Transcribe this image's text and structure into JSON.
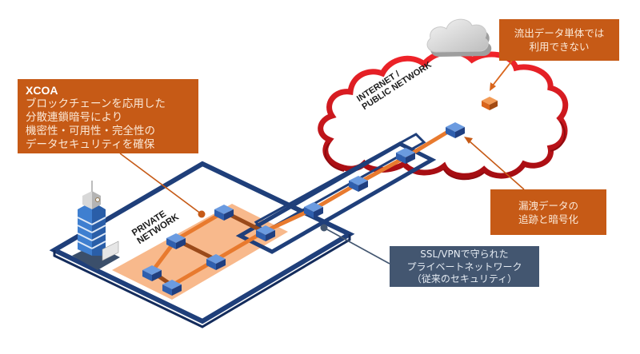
{
  "callouts": {
    "xcoa": {
      "title": "XCOA",
      "lines": [
        "ブロックチェーンを応用した",
        "分散連鎖暗号により",
        "機密性・可用性・完全性の",
        "データセキュリティを確保"
      ]
    },
    "leaked_data": {
      "lines": [
        "流出データ単体では",
        "利用できない"
      ]
    },
    "trace": {
      "lines": [
        "漏洩データの",
        "追跡と暗号化"
      ]
    },
    "vpn": {
      "lines": [
        "SSL/VPNで守られた",
        "プライベートネットワーク",
        "（従来のセキュリティ）"
      ]
    }
  },
  "labels": {
    "internet": [
      "INTERNET /",
      "PUBLIC NETWORK"
    ],
    "private": [
      "PRIVATE",
      "NETWORK"
    ]
  },
  "colors": {
    "callout_orange": "#c65a16",
    "callout_slate": "#435670",
    "network_frame": "#1f3f7a",
    "chain_orange": "#e87a2e",
    "private_zone": "#f8b98c",
    "cloud_ribbon": "#e0141c",
    "node_blue": "#3f74c9"
  },
  "icons": {
    "building": "office-building-icon",
    "cloud": "cloud-icon",
    "leaked_block": "leaked-data-block-icon",
    "node": "blockchain-node-icon"
  }
}
